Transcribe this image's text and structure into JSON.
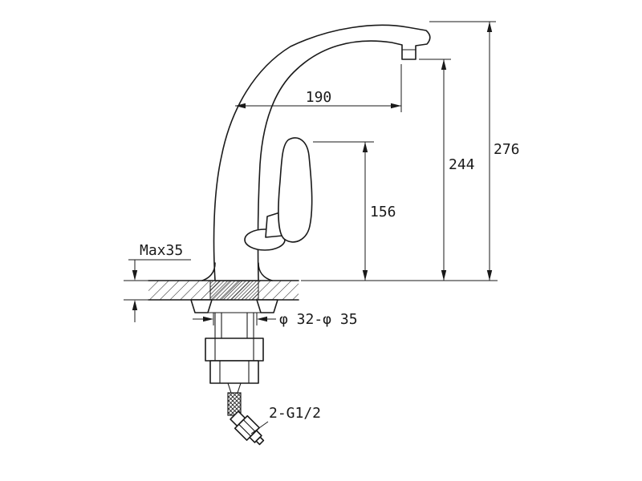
{
  "diagram": {
    "background": "#ffffff",
    "line_color": "#1a1a1a",
    "labels": {
      "spout_reach": "190",
      "outlet_height": "244",
      "overall_height": "276",
      "handle_height": "156",
      "max_counter_thickness": "Max35",
      "hole_diameter": "φ 32-φ 35",
      "thread_spec": "2-G1/2"
    }
  }
}
